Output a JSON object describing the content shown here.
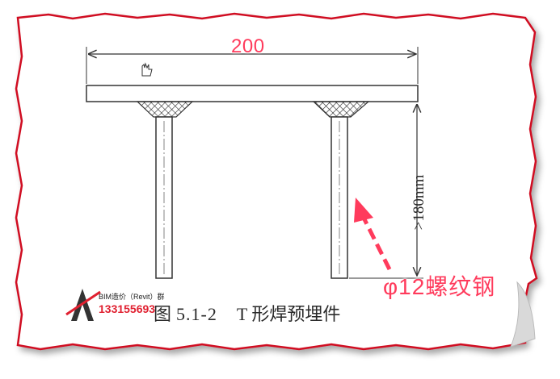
{
  "diagram": {
    "width_dimension": "200",
    "height_dimension": ">180mm",
    "caption": {
      "figure_prefix": "图",
      "figure_number": "5.1-2",
      "title": "T 形焊预埋件"
    },
    "annotation": "φ12螺纹钢",
    "watermark": {
      "brand": "BIM造价（Revit）群",
      "phone": "133155693"
    },
    "colors": {
      "annotation": "#ff3b5c",
      "line": "#333333",
      "paper_border": "#d01020"
    }
  }
}
